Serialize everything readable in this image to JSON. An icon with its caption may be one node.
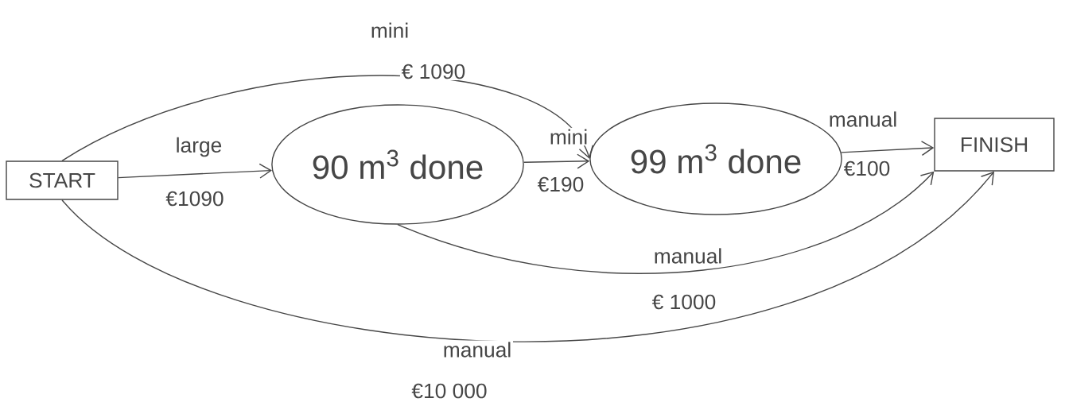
{
  "diagram": {
    "nodes": [
      {
        "text": [
          "START"
        ]
      },
      {
        "text": [
          "90 m$^{3}$ done"
        ]
      },
      {
        "text": [
          "99 m$^{3}$ done"
        ]
      },
      {
        "text": [
          "FINISH"
        ]
      }
    ],
    "edges": [
      {
        "from": 0,
        "to": 2,
        "arrow": "to",
        "label": "mini"
      },
      {
        "from": 0,
        "to": 1,
        "arrow": "to",
        "label": "large"
      },
      {
        "from": 1,
        "to": 2,
        "arrow": "to",
        "label": "mini"
      },
      {
        "from": 2,
        "to": 3,
        "arrow": "to",
        "label": "manual"
      },
      {
        "from": 1,
        "to": 3,
        "arrow": "to",
        "label": "manual"
      },
      {
        "from": 0,
        "to": 3,
        "arrow": "to",
        "label": "manual"
      }
    ],
    "labels": [
      "€ 1090",
      "€1090",
      "€190",
      "€100",
      "€ 1000",
      "€10 000"
    ]
  }
}
